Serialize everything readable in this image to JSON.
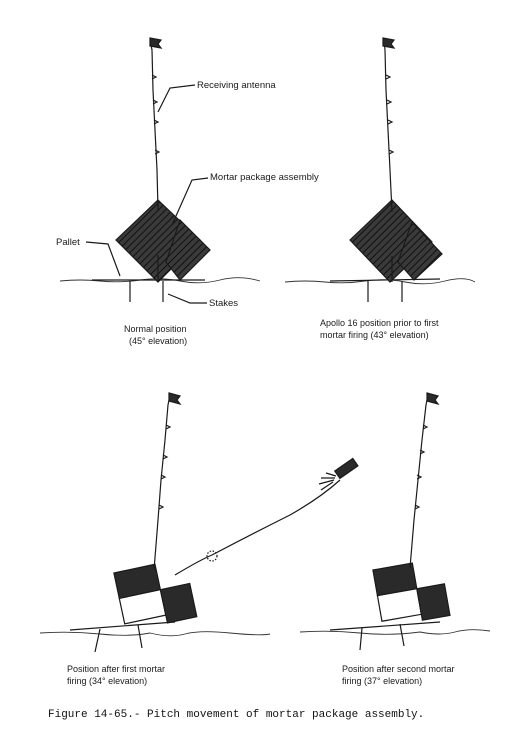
{
  "labels": {
    "receiving_antenna": "Receiving antenna",
    "mortar_package_assembly": "Mortar package assembly",
    "pallet": "Pallet",
    "stakes": "Stakes"
  },
  "panels": [
    {
      "title": "Normal position",
      "subtitle": "(45° elevation)"
    },
    {
      "title": "Apollo 16 position prior to first",
      "subtitle": "mortar firing (43° elevation)"
    },
    {
      "title": "Position after first mortar",
      "subtitle": "firing (34° elevation)"
    },
    {
      "title": "Position after second mortar",
      "subtitle": "firing (37° elevation)"
    }
  ],
  "caption": "Figure 14-65.- Pitch movement of mortar package assembly.",
  "colors": {
    "ink": "#1a1a1a",
    "background": "#ffffff"
  }
}
